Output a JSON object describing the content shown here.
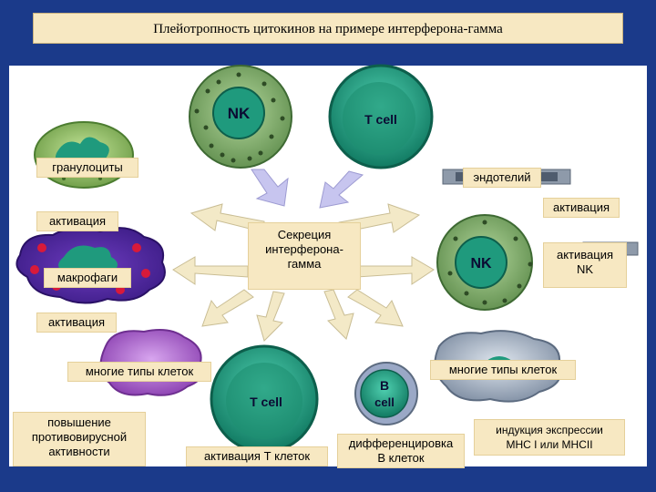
{
  "title": "Плейотропность цитокинов на примере интерферона-гамма",
  "cell_text": {
    "nk_top": "NK",
    "t_top": "T cell",
    "nk_right": "NK",
    "t_bottom": "T cell",
    "b_bottom_1": "B",
    "b_bottom_2": "cell"
  },
  "labels": {
    "granulocytes": "гранулоциты",
    "endothelium": "эндотелий",
    "activation_endothelium": "активация",
    "activation_granulocytes": "активация",
    "macrophages": "макрофаги",
    "center_1": "Секреция",
    "center_2": "интерферона-",
    "center_3": "гамма",
    "activation_nk_1": "активация",
    "activation_nk_2": "NK",
    "activation_macrophages": "активация",
    "many_types_left": "многие типы клеток",
    "many_types_right": "многие типы клеток",
    "antiviral_1": "повышение",
    "antiviral_2": "противовирусной",
    "antiviral_3": "активности",
    "t_activation": "активация Т клеток",
    "b_diff_1": "дифференцировка",
    "b_diff_2": "В клеток",
    "mhc_1": "индукция экспрессии",
    "mhc_2": "MHC I или MHCII"
  },
  "colors": {
    "frame": "#1b3a8a",
    "label_bg": "#f7e8c2",
    "nk_cell": "#7da86a",
    "t_cell": "#1f9a7d",
    "arrow": "#f0e3b8",
    "arrow_down": "#c8c6ee",
    "macrophage": "#7b2fa4",
    "purple_cell": "#a25bc4",
    "grey_cell": "#9aa5b6"
  }
}
